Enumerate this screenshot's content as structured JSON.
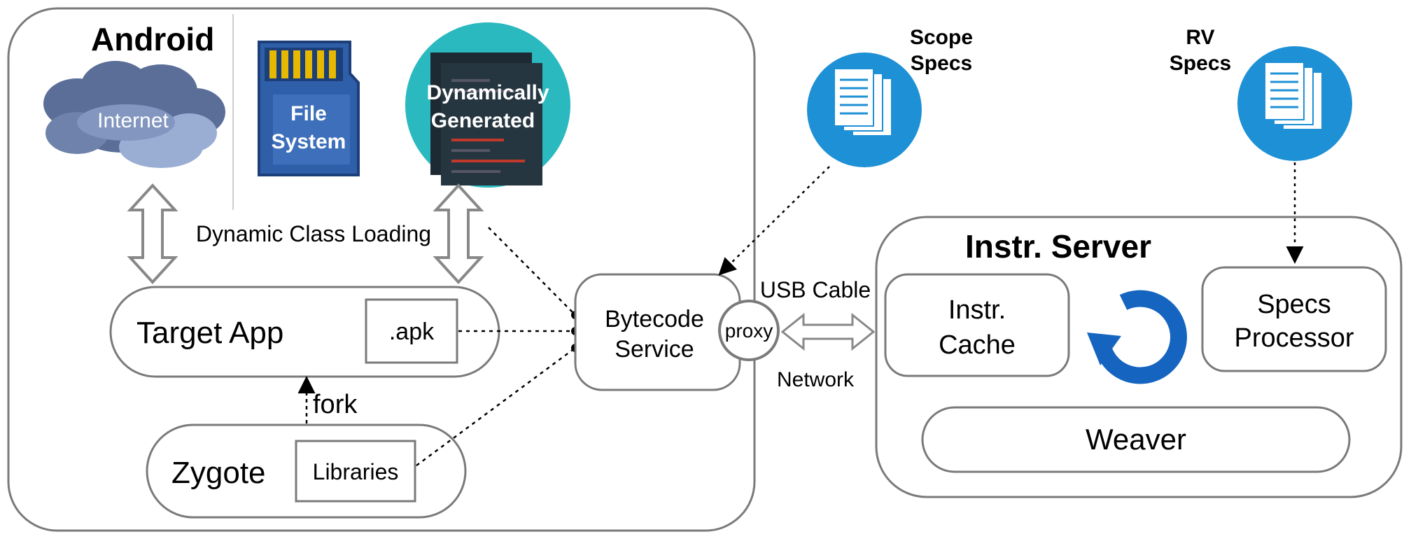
{
  "android": {
    "title": "Android",
    "internet_label": "Internet",
    "file_system_label_1": "File",
    "file_system_label_2": "System",
    "dynamic_label_1": "Dynamically",
    "dynamic_label_2": "Generated",
    "dynamic_class_loading": "Dynamic Class Loading",
    "target_app": "Target App",
    "apk": ".apk",
    "fork": "fork",
    "zygote": "Zygote",
    "libraries": "Libraries"
  },
  "bytecode_service": {
    "line1": "Bytecode",
    "line2": "Service",
    "proxy": "proxy"
  },
  "connection": {
    "usb_cable": "USB Cable",
    "network": "Network"
  },
  "specs": {
    "scope_line1": "Scope",
    "scope_line2": "Specs",
    "rv_line1": "RV",
    "rv_line2": "Specs"
  },
  "instr_server": {
    "title": "Instr. Server",
    "cache_line1": "Instr.",
    "cache_line2": "Cache",
    "processor_line1": "Specs",
    "processor_line2": "Processor",
    "weaver": "Weaver"
  },
  "colors": {
    "outline": "#7a7a7a",
    "cloud_dark": "#5a6e98",
    "cloud_light": "#9aaed4",
    "sd_blue": "#2f5fa8",
    "sd_gold": "#e6b800",
    "teal": "#2bb9c0",
    "doc_blue": "#1e90d6",
    "refresh_blue": "#1565c0"
  }
}
